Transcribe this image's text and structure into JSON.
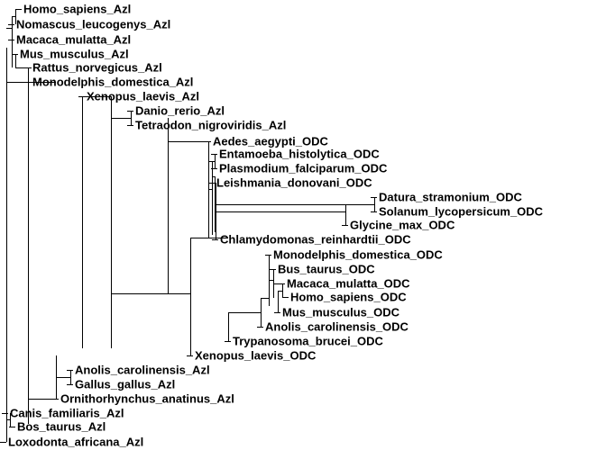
{
  "tree": {
    "leaves": [
      {
        "id": "homo_azl",
        "label": "Homo_sapiens_Azl"
      },
      {
        "id": "nomascus_azl",
        "label": "Nomascus_leucogenys_Azl"
      },
      {
        "id": "macaca_azl",
        "label": "Macaca_mulatta_Azl"
      },
      {
        "id": "mus_azl",
        "label": "Mus_musculus_Azl"
      },
      {
        "id": "rattus_azl",
        "label": "Rattus_norvegicus_Azl"
      },
      {
        "id": "monodelphis_azl",
        "label": "Monodelphis_domestica_Azl"
      },
      {
        "id": "xenopus_azl",
        "label": "Xenopus_laevis_Azl"
      },
      {
        "id": "danio_azl",
        "label": "Danio_rerio_Azl"
      },
      {
        "id": "tetraodon_azl",
        "label": "Tetraodon_nigroviridis_Azl"
      },
      {
        "id": "aedes_odc",
        "label": "Aedes_aegypti_ODC"
      },
      {
        "id": "entamoeba_odc",
        "label": "Entamoeba_histolytica_ODC"
      },
      {
        "id": "plasmodium_odc",
        "label": "Plasmodium_falciparum_ODC"
      },
      {
        "id": "leishmania_odc",
        "label": "Leishmania_donovani_ODC"
      },
      {
        "id": "datura_odc",
        "label": "Datura_stramonium_ODC"
      },
      {
        "id": "solanum_odc",
        "label": "Solanum_lycopersicum_ODC"
      },
      {
        "id": "glycine_odc",
        "label": "Glycine_max_ODC"
      },
      {
        "id": "chlamydomonas_odc",
        "label": "Chlamydomonas_reinhardtii_ODC"
      },
      {
        "id": "monodelphis_odc",
        "label": "Monodelphis_domestica_ODC"
      },
      {
        "id": "bos_odc",
        "label": "Bus_taurus_ODC"
      },
      {
        "id": "macaca_odc",
        "label": "Macaca_mulatta_ODC"
      },
      {
        "id": "homo_odc",
        "label": "Homo_sapiens_ODC"
      },
      {
        "id": "mus_odc",
        "label": "Mus_musculus_ODC"
      },
      {
        "id": "anolis_odc",
        "label": "Anolis_carolinensis_ODC"
      },
      {
        "id": "trypanosoma_odc",
        "label": "Trypanosoma_brucei_ODC"
      },
      {
        "id": "xenopus_odc",
        "label": "Xenopus_laevis_ODC"
      },
      {
        "id": "anolis_azl",
        "label": "Anolis_carolinensis_Azl"
      },
      {
        "id": "gallus_azl",
        "label": "Gallus_gallus_Azl"
      },
      {
        "id": "ornitho_azl",
        "label": "Ornithorhynchus_anatinus_Azl"
      },
      {
        "id": "canis_azl",
        "label": "Canis_familiaris_Azl"
      },
      {
        "id": "bos_azl",
        "label": "Bos_taurus_Azl"
      },
      {
        "id": "loxodonta_azl",
        "label": "Loxodonta_africana_Azl"
      }
    ]
  }
}
